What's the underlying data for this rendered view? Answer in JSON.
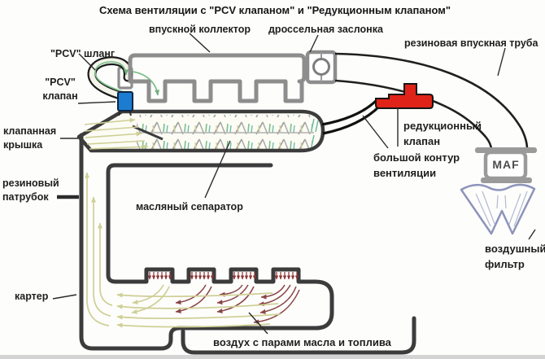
{
  "title": "Схема вентиляции с \"PCV клапаном\" и \"Редукционным клапаном\"",
  "labels": {
    "intake_manifold": "впускной коллектор",
    "throttle": "дроссельная заслонка",
    "rubber_intake_tube": "резиновая впускная труба",
    "pcv_hose": "\"PCV\" шланг",
    "pcv_valve": "\"PCV\"\nклапан",
    "valve_cover": "клапанная\nкрышка",
    "rubber_pipe": "резиновый\nпатрубок",
    "oil_separator": "масляный сепаратор",
    "reduction_valve": "редукционный\nклапан",
    "big_circuit": "большой контур\nвентиляции",
    "maf": "MAF",
    "air_filter": "воздушный\nфильтр",
    "crankcase": "картер",
    "air_with_vapors": "воздух с парами масла и топлива"
  },
  "colors": {
    "outline_dark": "#3c3c3c",
    "component_gray": "#8d8d8d",
    "pcv_valve_blue": "#1b7cd0",
    "reduction_valve_red": "#e02318",
    "flow_green": "#7cc08a",
    "flow_khaki": "#cfcf96",
    "flow_brown": "#8a4545",
    "bump_arrow_red": "#8a3535",
    "air_filter_blue": "#8d94ba"
  }
}
